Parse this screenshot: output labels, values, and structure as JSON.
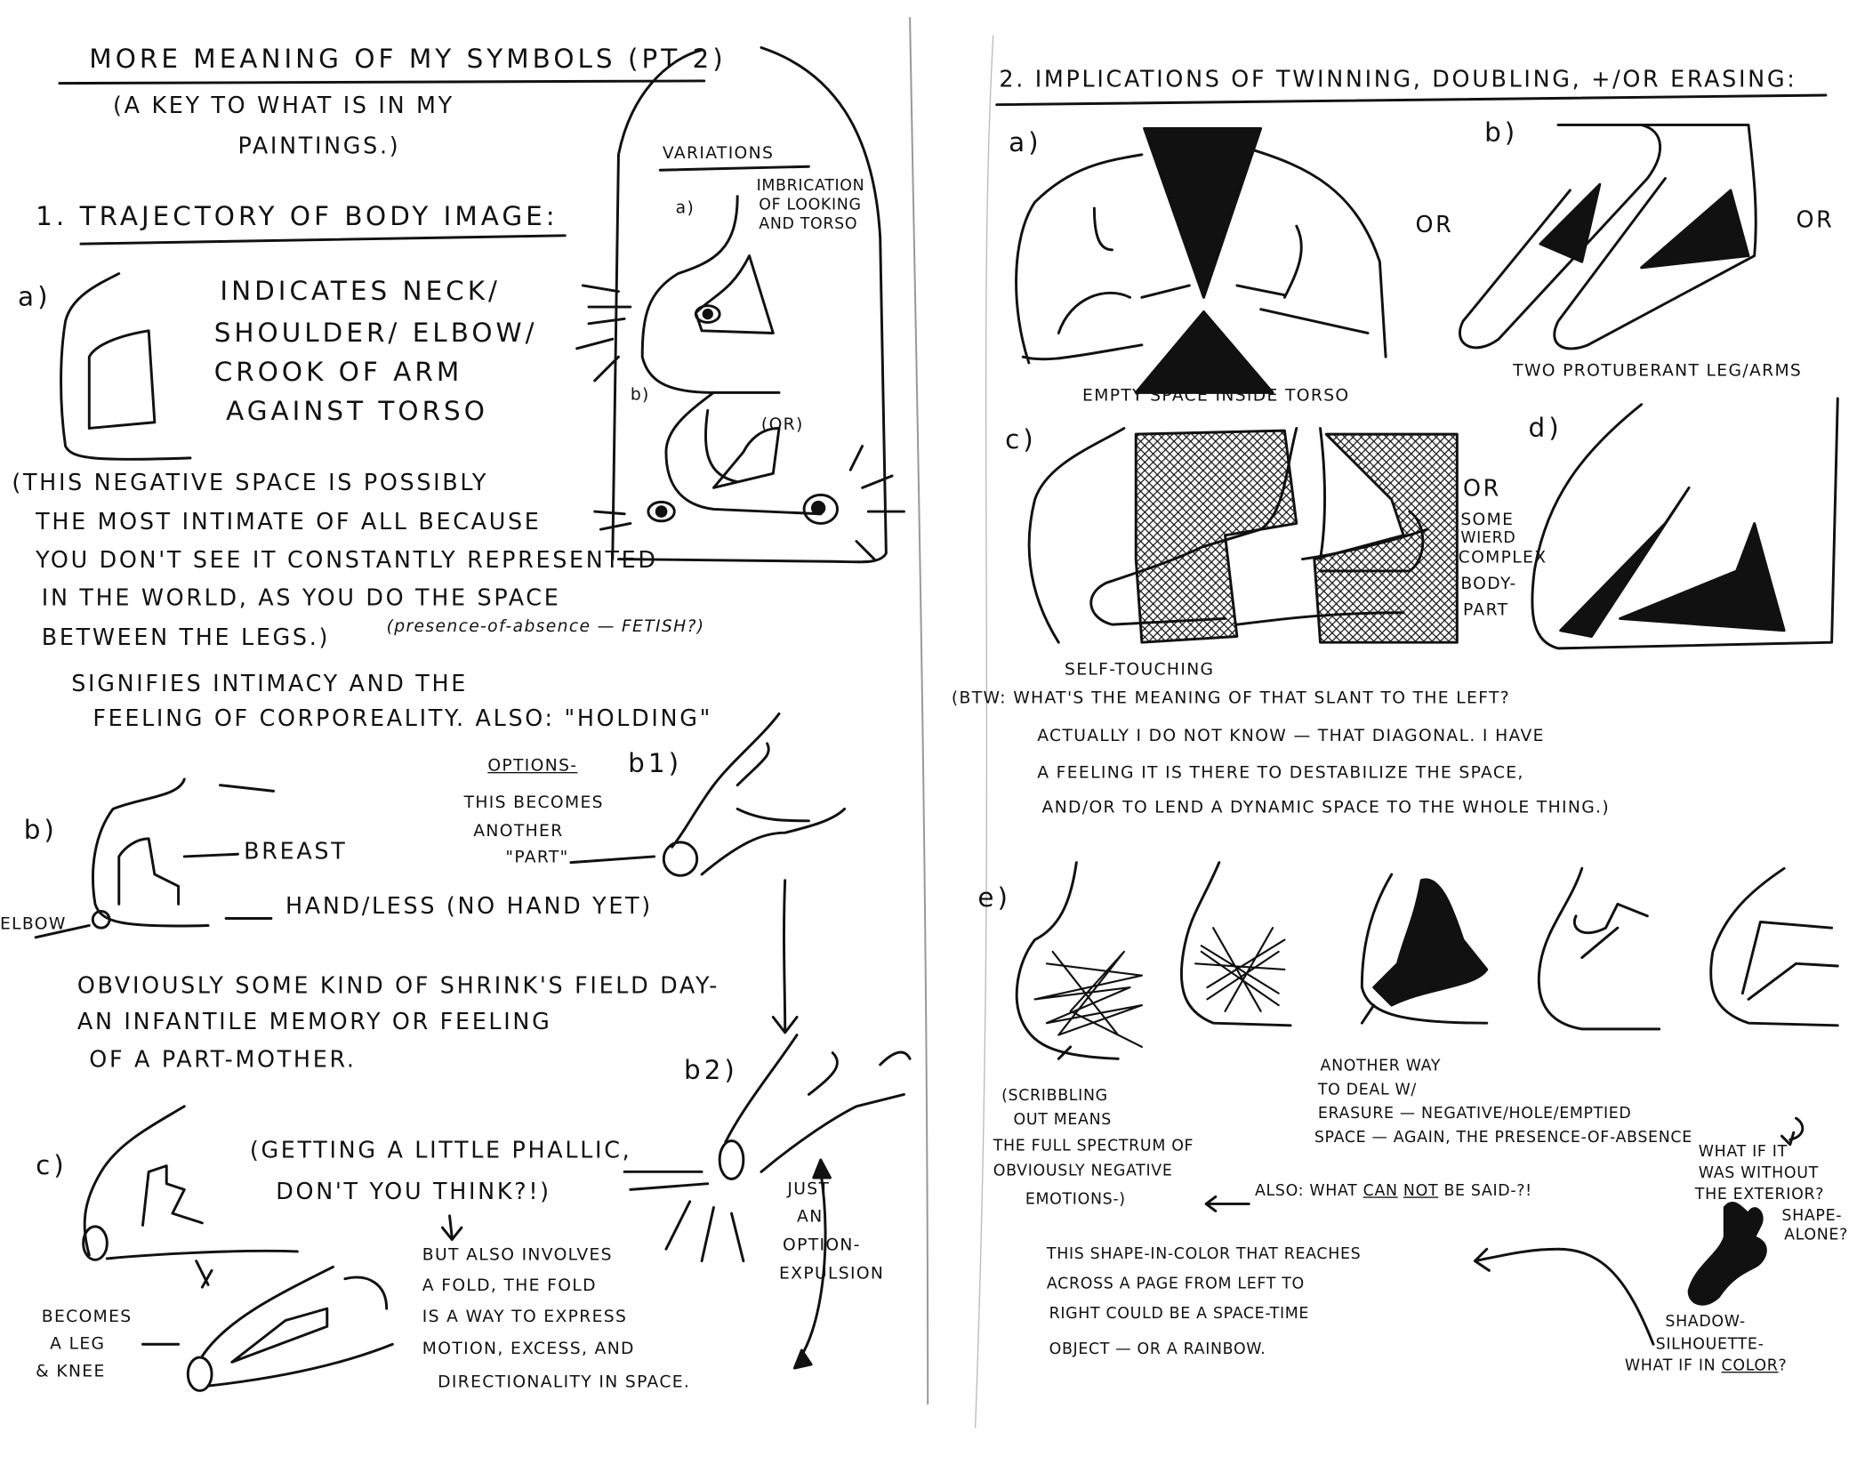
{
  "left_page": {
    "title": "MORE MEANING OF MY SYMBOLS (PT 2)",
    "subtitle": [
      "(A KEY TO WHAT IS IN MY",
      "PAINTINGS.)"
    ],
    "variations": {
      "heading": "VARIATIONS",
      "a_label": "a)",
      "a_note": [
        "IMBRICATION",
        "OF LOOKING",
        "AND TORSO"
      ],
      "b_label": "b)",
      "or_label": "(OR)"
    },
    "section1": {
      "heading": "1. TRAJECTORY OF BODY IMAGE:",
      "a_label": "a)",
      "a_text": [
        "INDICATES NECK/",
        "SHOULDER/ ELBOW/",
        "CROOK OF ARM",
        "AGAINST TORSO"
      ],
      "paragraph": [
        "(THIS NEGATIVE SPACE IS POSSIBLY",
        "THE MOST INTIMATE OF ALL BECAUSE",
        "YOU DON'T SEE IT CONSTANTLY REPRESENTED",
        "IN THE WORLD, AS YOU DO THE SPACE",
        "BETWEEN THE LEGS.)"
      ],
      "paragraph_aside": "(presence-of-absence — FETISH?)",
      "signifies": [
        "SIGNIFIES INTIMACY AND THE",
        "FEELING OF CORPOREALITY. ALSO: \"HOLDING\""
      ],
      "options_label": "OPTIONS-",
      "b1_label": "b1)",
      "b1_note": [
        "THIS BECOMES",
        "ANOTHER",
        "\"PART\""
      ],
      "b_label": "b)",
      "breast_label": "BREAST",
      "elbow_label": "ELBOW",
      "handless_label": "HAND/LESS (NO HAND YET)",
      "shrink_text": [
        "OBVIOUSLY SOME KIND OF SHRINK'S FIELD DAY-",
        "AN INFANTILE MEMORY OR FEELING",
        "OF A PART-MOTHER."
      ],
      "b2_label": "b2)",
      "c_label": "c)",
      "phallic": [
        "(GETTING A LITTLE PHALLIC,",
        "DON'T YOU THINK?!)"
      ],
      "fold_text": [
        "BUT ALSO INVOLVES",
        "A FOLD, THE FOLD",
        "IS A WAY TO EXPRESS",
        "MOTION, EXCESS, AND",
        "DIRECTIONALITY IN SPACE."
      ],
      "expulsion": [
        "JUST",
        "AN",
        "OPTION-",
        "EXPULSION"
      ],
      "leg_note": [
        "BECOMES",
        "A LEG",
        "& KNEE"
      ]
    }
  },
  "right_page": {
    "heading": "2. IMPLICATIONS OF TWINNING, DOUBLING, +/OR ERASING:",
    "a_label": "a)",
    "b_label": "b)",
    "c_label": "c)",
    "d_label": "d)",
    "e_label": "e)",
    "or_1": "OR",
    "or_2": "OR",
    "a_caption": "EMPTY SPACE INSIDE TORSO",
    "b_caption": "TWO PROTUBERANT LEG/ARMS",
    "c_caption": "SELF-TOUCHING",
    "cd_note": [
      "OR",
      "SOME",
      "WIERD",
      "COMPLEX",
      "BODY-",
      "PART"
    ],
    "btw": [
      "(BTW: WHAT'S THE MEANING OF THAT SLANT TO THE LEFT?",
      "ACTUALLY I DO NOT KNOW — THAT DIAGONAL. I HAVE",
      "A FEELING IT IS THERE TO DESTABILIZE THE SPACE,",
      "AND/OR TO LEND A DYNAMIC SPACE TO THE WHOLE THING.)"
    ],
    "scribbling": [
      "(SCRIBBLING",
      "OUT MEANS",
      "THE FULL SPECTRUM OF",
      "OBVIOUSLY NEGATIVE",
      "EMOTIONS-)"
    ],
    "another_way": [
      "ANOTHER WAY",
      "TO DEAL W/",
      "ERASURE — NEGATIVE/HOLE/EMPTIED",
      "SPACE — AGAIN, THE PRESENCE-OF-ABSENCE"
    ],
    "also_prefix": "ALSO: WHAT ",
    "also_can": "CAN",
    "also_not": "NOT",
    "also_suffix": " BE SAID-?!",
    "what_if": [
      "WHAT IF IT",
      "WAS WITHOUT",
      "THE EXTERIOR?",
      "SHAPE-",
      "ALONE?"
    ],
    "shape_color": [
      "THIS SHAPE-IN-COLOR THAT REACHES",
      "ACROSS A PAGE FROM LEFT TO",
      "RIGHT COULD BE A SPACE-TIME",
      "OBJECT — OR A RAINBOW."
    ],
    "shadow": [
      "SHADOW-",
      "SILHOUETTE-"
    ],
    "what_if_color_prefix": "WHAT IF IN ",
    "what_if_color_word": "COLOR",
    "what_if_color_suffix": "?"
  }
}
